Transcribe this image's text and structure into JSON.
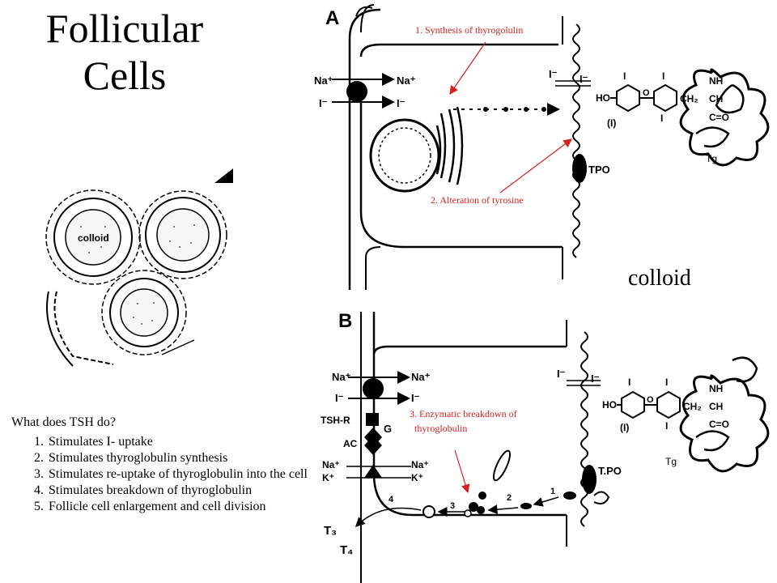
{
  "title": {
    "line1": "Follicular",
    "line2": "Cells"
  },
  "panel_a": {
    "letter": "A",
    "na_left": "Na⁺",
    "na_right": "Na⁺",
    "i_left": "I⁻",
    "i_right": "I⁻",
    "i_membrane": "I⁻",
    "i_colloid": "I⁻",
    "tpo": "TPO",
    "tg": "Tg",
    "ho": "HO",
    "nh": "NH",
    "ch2": "CH₂",
    "ch": "CH",
    "co": "C=O",
    "i_paren": "(I)",
    "i_sym": "I",
    "annotation1": "1.  Synthesis of thyrogolulin",
    "annotation2": "2.  Alteration of tyrosine"
  },
  "colloid_label": "colloid",
  "follicle_drawing": {
    "colloid_text": "colloid"
  },
  "panel_b": {
    "letter": "B",
    "na_left": "Na⁺",
    "na_right": "Na⁺",
    "i_left": "I⁻",
    "i_right": "I⁻",
    "tsh_r": "TSH-R",
    "g": "G",
    "ac": "AC",
    "na_k_left_na": "Na⁺",
    "na_k_left_k": "K⁺",
    "na_k_right_na": "Na⁺",
    "na_k_right_k": "K⁺",
    "i_membrane": "I⁻",
    "i_colloid": "I⁻",
    "tpo": "T.PO",
    "tg": "Tg",
    "ho": "HO",
    "nh": "NH",
    "ch2": "CH₂",
    "ch": "CH",
    "co": "C=O",
    "i_paren": "(I)",
    "i_sym": "I",
    "t3": "T₃",
    "t4": "T₄",
    "step1": "1",
    "step2": "2",
    "step3": "3",
    "step4": "4",
    "annotation3_line1": "3.  Enzymatic breakdown of",
    "annotation3_line2": "thyroglobulin"
  },
  "tsh": {
    "question": "What does TSH do?",
    "items": [
      {
        "num": "1.",
        "text": "Stimulates I- uptake"
      },
      {
        "num": "2.",
        "text": "Stimulates thyroglobulin synthesis"
      },
      {
        "num": "3.",
        "text": "Stimulates re-uptake of thyroglobulin into the cell"
      },
      {
        "num": "4.",
        "text": "Stimulates breakdown of thyroglobulin"
      },
      {
        "num": "5.",
        "text": "Follicle cell enlargement and cell division"
      }
    ]
  },
  "colors": {
    "annotation": "#d42020",
    "ink": "#000000"
  }
}
